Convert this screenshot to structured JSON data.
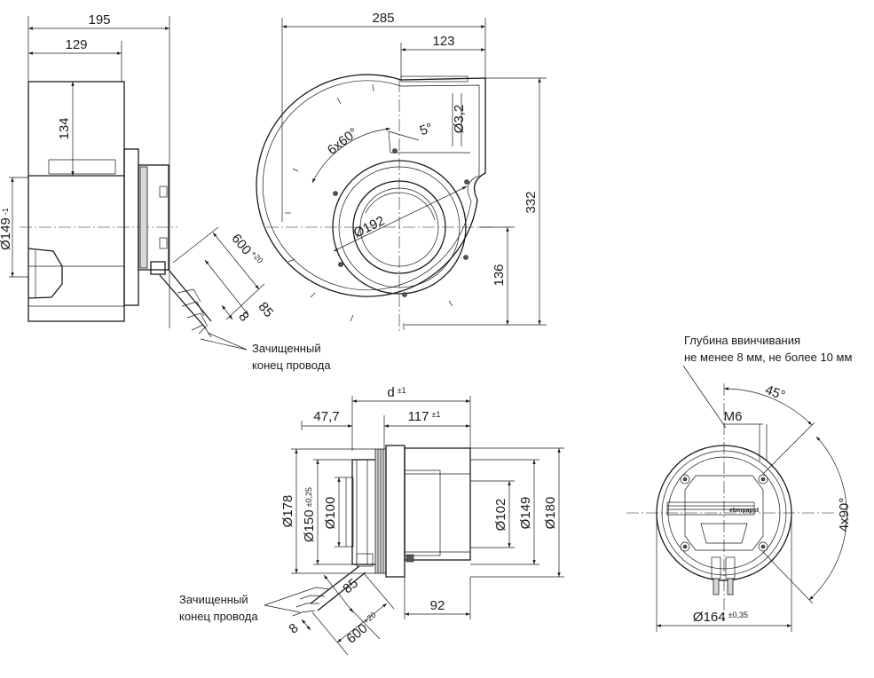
{
  "side_view": {
    "dim_total_width": "195",
    "dim_housing_width": "129",
    "dim_outlet_height": "134",
    "dim_inlet_diameter": "Ø149",
    "dim_inlet_tolerance": "-1",
    "dim_cable_length": "600",
    "dim_cable_tolerance": "+20",
    "dim_sheath_strip": "85",
    "dim_wire_strip": "8",
    "note_line1": "Зачищенный",
    "note_line2": "конец провода"
  },
  "front_view": {
    "dim_total_width": "285",
    "dim_outlet_width": "123",
    "dim_total_height": "332",
    "dim_axis_height": "136",
    "dim_mount_holes": "6x60°",
    "dim_angle": "5°",
    "dim_hole_diameter": "Ø3,2",
    "dim_bolt_circle": "Ø192"
  },
  "section_view": {
    "dim_d": "d",
    "dim_d_tolerance": "±1",
    "dim_flange_offset": "47,7",
    "dim_depth": "117",
    "dim_depth_tolerance": "±1",
    "dim_d178": "Ø178",
    "dim_d150": "Ø150",
    "dim_d150_tolerance": "±0,25",
    "dim_d100": "Ø100",
    "dim_d102": "Ø102",
    "dim_d149": "Ø149",
    "dim_d180": "Ø180",
    "dim_92": "92",
    "dim_sheath_strip": "85",
    "dim_wire_strip": "8",
    "dim_cable_length": "600",
    "dim_cable_tolerance": "+20",
    "note_line1": "Зачищенный",
    "note_line2": "конец провода"
  },
  "rear_view": {
    "note_line1": "Глубина ввинчивания",
    "note_line2": "не менее 8 мм, не более 10 мм",
    "dim_thread": "M6",
    "dim_angle": "45°",
    "dim_holes": "4x90°",
    "dim_diameter": "Ø164",
    "dim_diameter_tolerance": "±0,35",
    "logo_text": "ebmpapst"
  }
}
